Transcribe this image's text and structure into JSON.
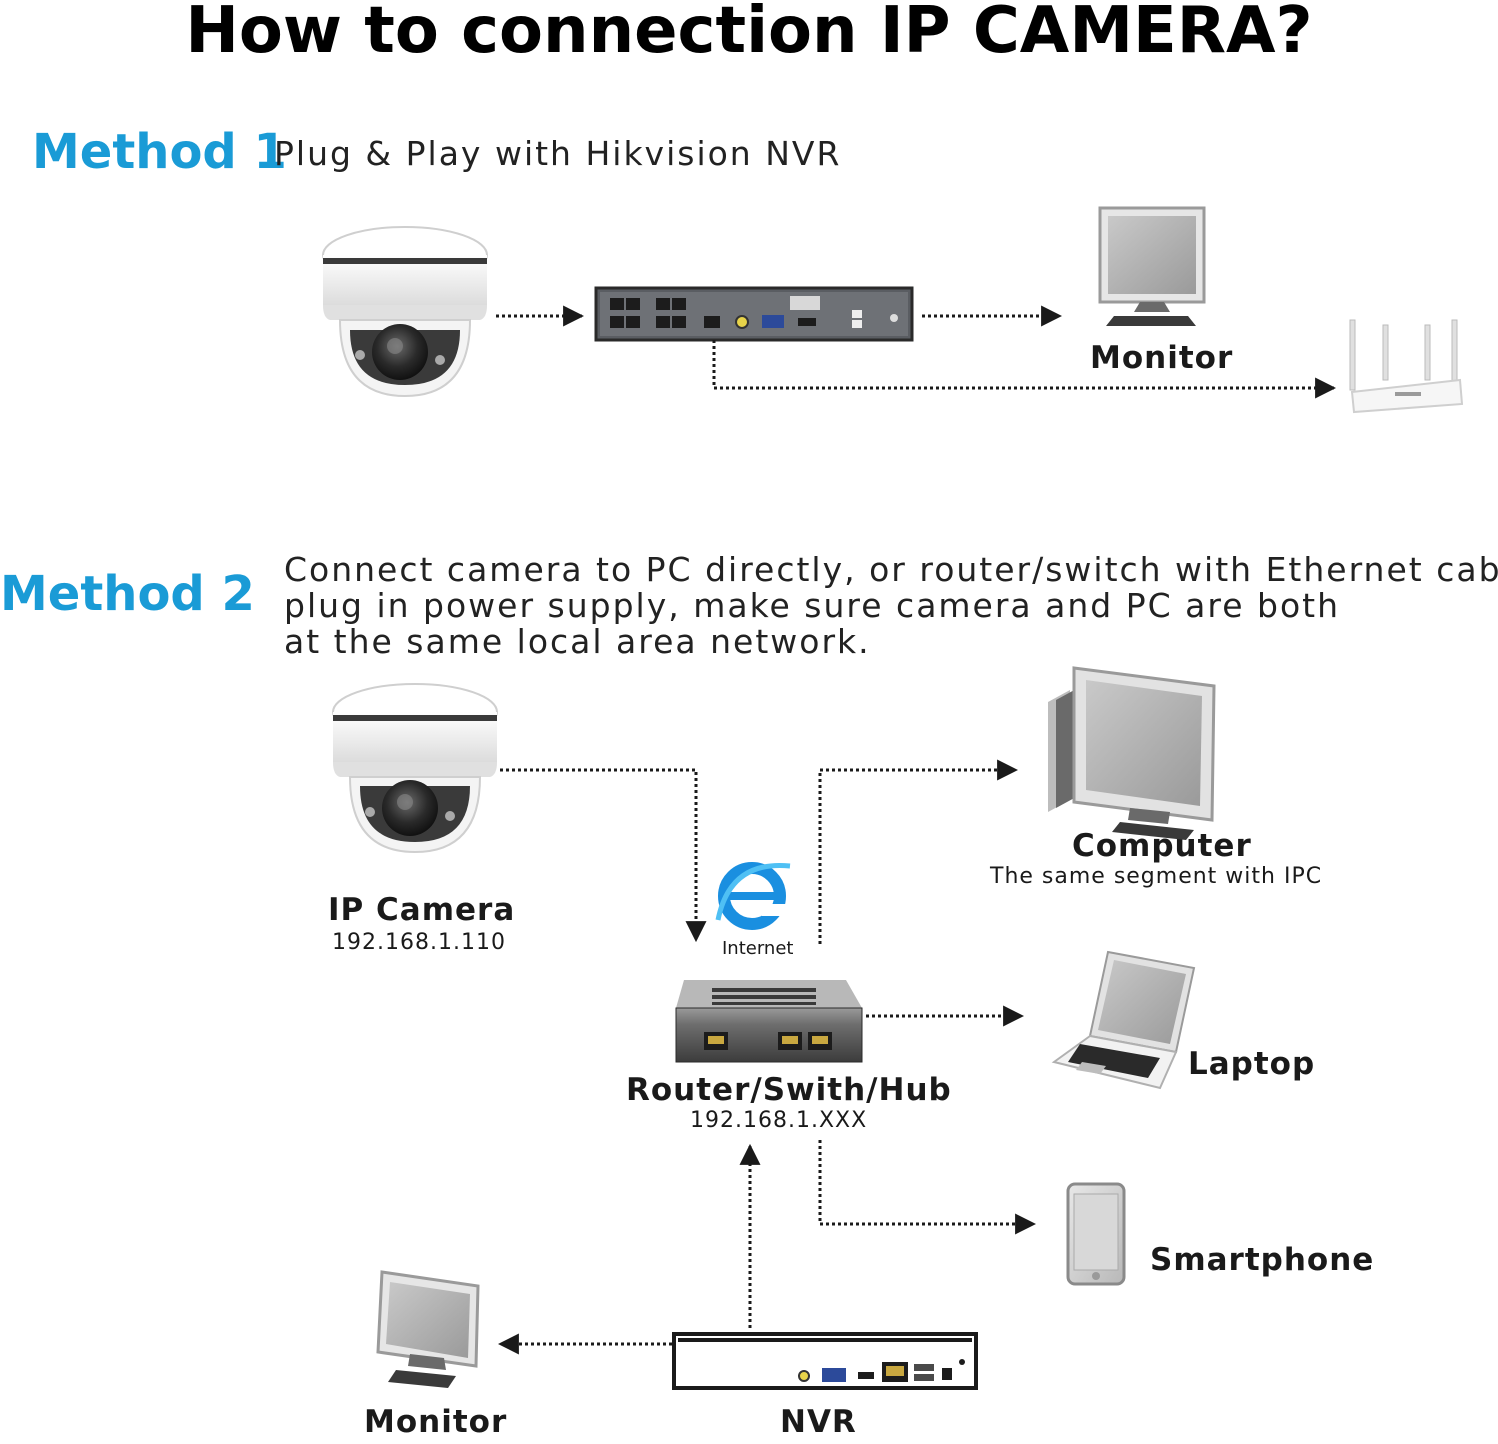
{
  "title": "How to connection IP CAMERA?",
  "method1": {
    "heading": "Method 1",
    "description": "Plug & Play with Hikvision NVR",
    "monitor_label": "Monitor"
  },
  "method2": {
    "heading": "Method 2",
    "description_lines": [
      "Connect camera to PC directly, or router/switch with Ethernet cable,",
      "plug in power supply, make sure camera and PC are both",
      "at the same local area network."
    ],
    "ip_camera": {
      "label": "IP Camera",
      "ip": "192.168.1.110"
    },
    "internet_label": "Internet",
    "computer": {
      "label": "Computer",
      "note": "The same segment with IPC"
    },
    "router": {
      "label": "Router/Swith/Hub",
      "ip": "192.168.1.XXX"
    },
    "laptop_label": "Laptop",
    "smartphone_label": "Smartphone",
    "monitor_label": "Monitor",
    "nvr_label": "NVR"
  },
  "colors": {
    "accent": "#1a9bd6",
    "text": "#111111",
    "device_gray": "#8a8a8a",
    "internet_blue": "#1a8fe0"
  },
  "icons": [
    "dome-camera-icon",
    "nvr-icon",
    "monitor-icon",
    "wifi-router-icon",
    "computer-icon",
    "internet-explorer-icon",
    "switch-icon",
    "laptop-icon",
    "smartphone-icon"
  ]
}
